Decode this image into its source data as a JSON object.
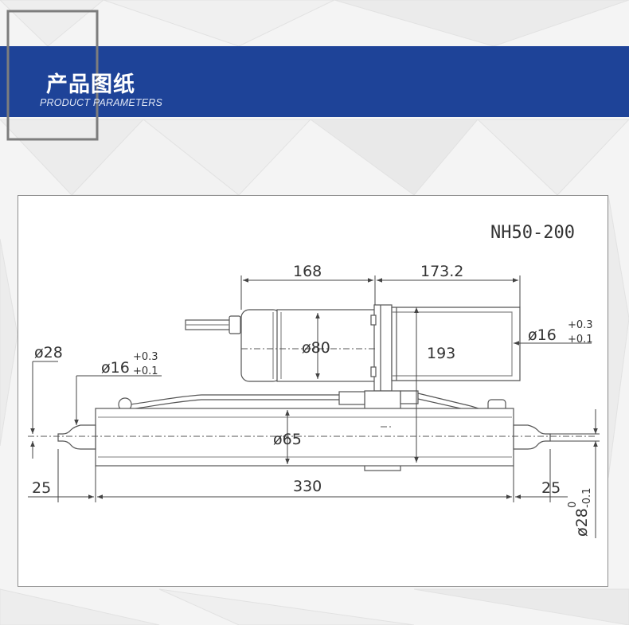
{
  "header": {
    "title": "产品图纸",
    "subtitle": "PRODUCT PARAMETERS"
  },
  "colors": {
    "banner": "#1e4398",
    "background": "#f4f4f4",
    "drawing_line": "#555555"
  },
  "drawing": {
    "model": "NH50-200",
    "dims": {
      "motor_length": "168",
      "pump_length": "173.2",
      "motor_dia": "ø80",
      "height": "193",
      "port_right_main": "ø16",
      "port_right_tol_upper": "+0.3",
      "port_right_tol_lower": "+0.1",
      "rod_end_left": "ø28",
      "port_left_main": "ø16",
      "port_left_tol_upper": "+0.3",
      "port_left_tol_lower": "+0.1",
      "cylinder_dia": "ø65",
      "left_end": "25",
      "body_length": "330",
      "right_end": "25",
      "rod_end_right_main": "ø28",
      "rod_end_right_tol_upper": "0",
      "rod_end_right_tol_lower": "-0.1"
    }
  }
}
